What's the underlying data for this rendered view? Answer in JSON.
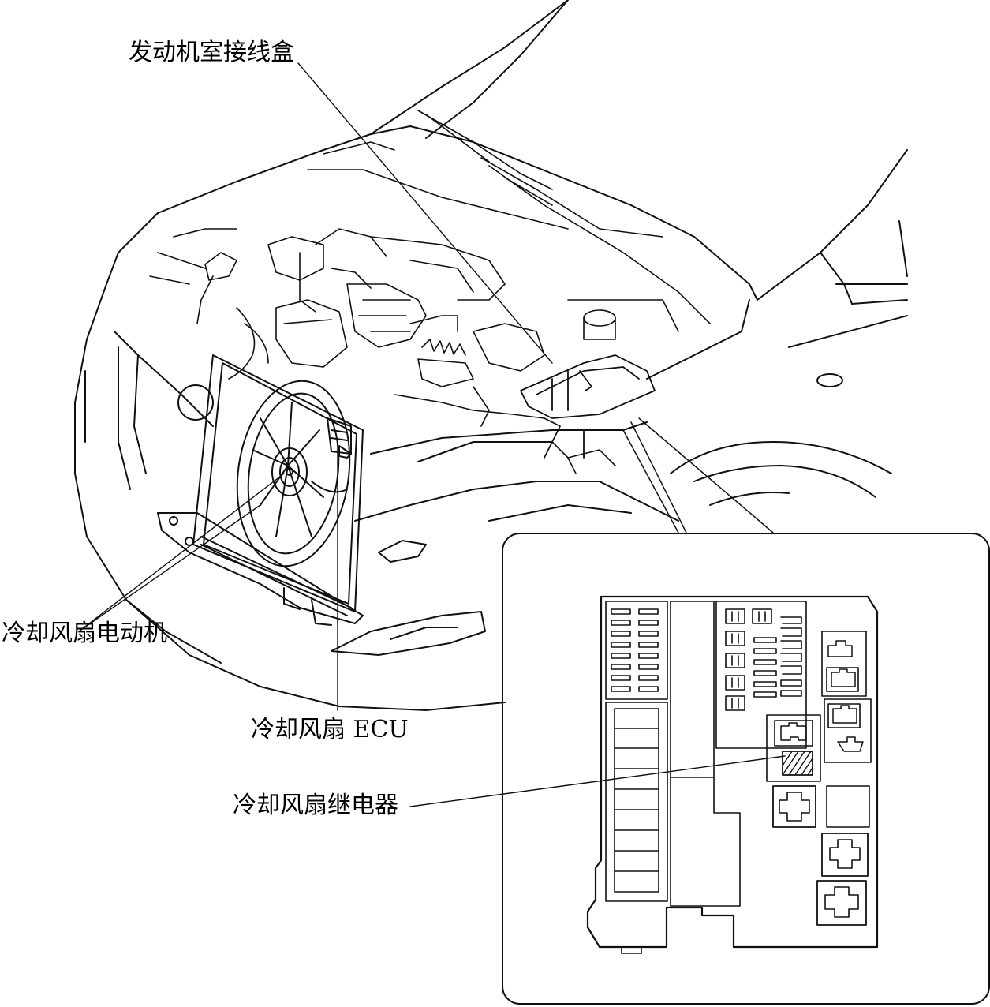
{
  "labels": {
    "engine_room_junction_box": "发动机室接线盒",
    "cooling_fan_motor": "冷却风扇电动机",
    "cooling_fan_ecu": "冷却风扇 ECU",
    "cooling_fan_relay": "冷却风扇继电器"
  }
}
